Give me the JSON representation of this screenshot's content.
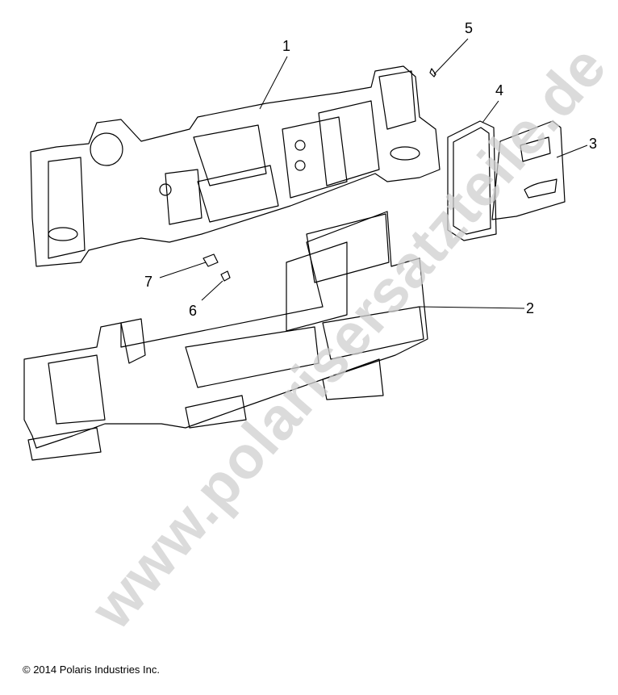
{
  "diagram": {
    "callouts": [
      "1",
      "2",
      "3",
      "4",
      "5",
      "6",
      "7"
    ],
    "watermark": "www.polarisersatzteile.de",
    "copyright": "© 2014 Polaris Industries Inc."
  }
}
